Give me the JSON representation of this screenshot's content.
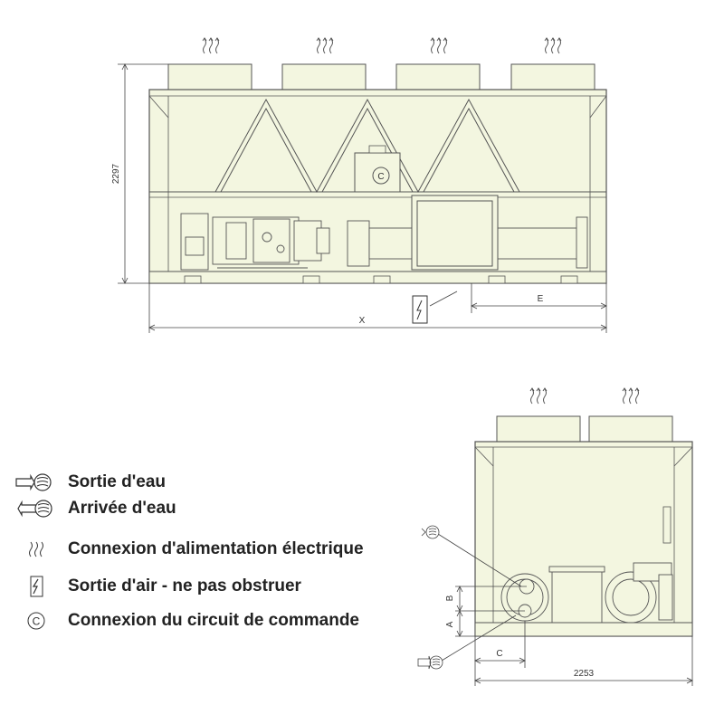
{
  "dimensions": {
    "height_front": "2297",
    "length_x": "X",
    "distance_e": "E",
    "side_width": "2253",
    "dim_a": "A",
    "dim_b": "B",
    "dim_c": "C"
  },
  "legend": {
    "water_outlet": "Sortie d'eau",
    "water_inlet": "Arrivée d'eau",
    "power_connection": "Connexion d'alimentation électrique",
    "air_outlet": "Sortie d'air - ne pas obstruer",
    "control_circuit": "Connexion du circuit de commande"
  },
  "symbols": {
    "control_letter": "C"
  },
  "colors": {
    "unit_fill": "#f3f6e0",
    "line": "#555555",
    "dim_line": "#444444"
  }
}
